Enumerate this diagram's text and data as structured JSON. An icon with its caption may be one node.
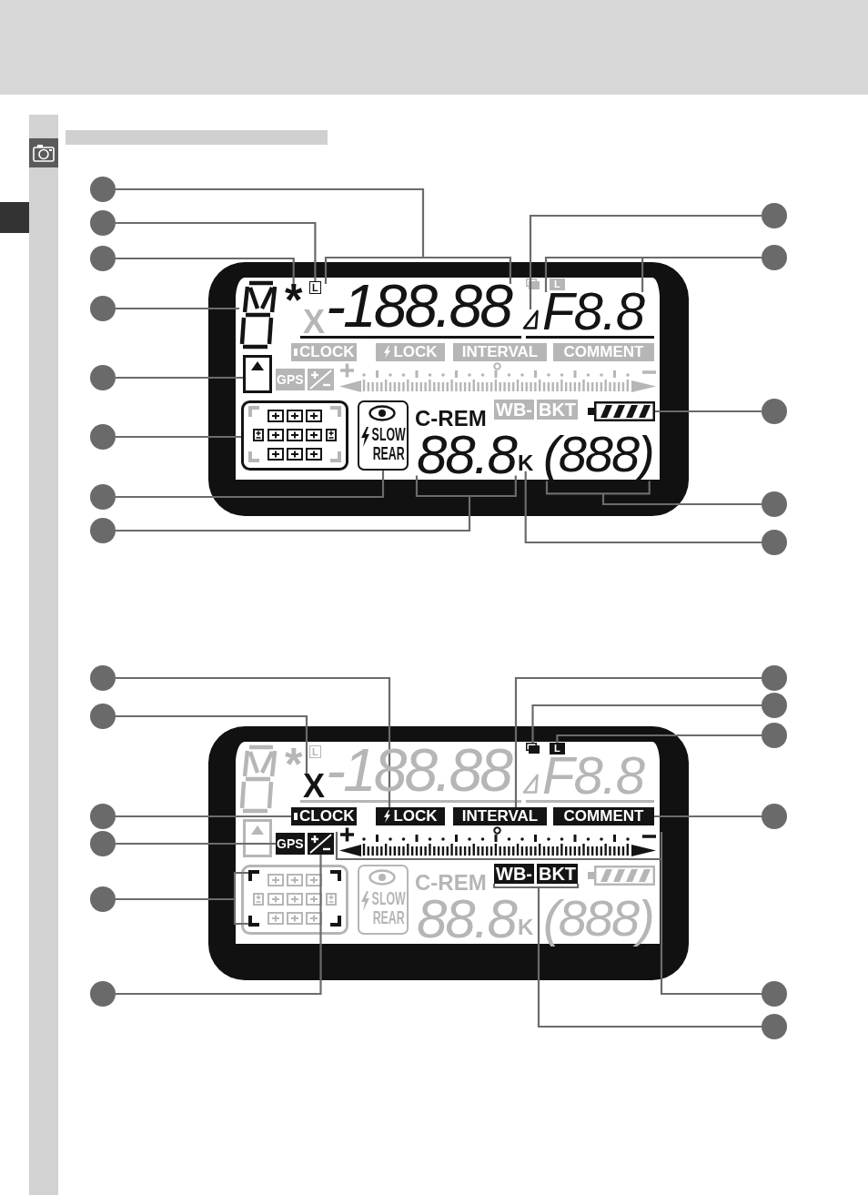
{
  "diagram": {
    "nodes": [
      {
        "text": [],
        "shape": "box"
      },
      {
        "text": [],
        "shape": "picture",
        "in": 0
      },
      {
        "text": [
          "*"
        ],
        "in": 0
      },
      {
        "text": [
          "L"
        ],
        "in": 0
      },
      {
        "text": [
          "-188.88"
        ],
        "in": 0
      },
      {
        "text": [
          "L"
        ],
        "in": 0
      },
      {
        "text": [],
        "shape": "triangle",
        "in": 0
      },
      {
        "text": [
          "F8.8"
        ],
        "in": 0
      },
      {
        "text": [
          "CLOCK"
        ],
        "in": 0
      },
      {
        "text": [
          "LOCK"
        ],
        "in": 0
      },
      {
        "text": [
          "INTERVAL"
        ],
        "in": 0
      },
      {
        "text": [
          "COMMENT"
        ],
        "in": 0
      },
      {
        "text": [],
        "shape": "picture",
        "in": 0
      },
      {
        "text": [
          "GPS"
        ],
        "in": 0
      },
      {
        "text": [],
        "shape": "picture",
        "in": 0
      },
      {
        "text": [
          "SLOW REAR"
        ],
        "in": 0
      },
      {
        "text": [
          "WB-",
          "BKT"
        ],
        "in": 0
      },
      {
        "text": [],
        "shape": "picture",
        "in": 0
      },
      {
        "text": [
          "88.8"
        ],
        "in": 0
      },
      {
        "text": [
          "K"
        ],
        "in": 0
      },
      {
        "text": [
          "(888)"
        ],
        "in": 0
      },
      {
        "text": [],
        "shape": "circle"
      },
      {
        "text": [],
        "shape": "circle"
      },
      {
        "text": [],
        "shape": "circle"
      },
      {
        "text": [],
        "shape": "circle"
      },
      {
        "text": [],
        "shape": "circle"
      },
      {
        "text": [],
        "shape": "circle"
      },
      {
        "text": [],
        "shape": "circle"
      },
      {
        "text": [],
        "shape": "circle"
      },
      {
        "text": [],
        "shape": "circle"
      },
      {
        "text": [],
        "shape": "circle"
      },
      {
        "text": [],
        "shape": "circle"
      },
      {
        "text": [],
        "shape": "circle"
      },
      {
        "text": [],
        "shape": "circle"
      },
      {
        "text": [],
        "shape": "box"
      },
      {
        "text": [
          "L"
        ],
        "in": 34
      },
      {
        "text": [
          "X"
        ],
        "in": 34
      },
      {
        "text": [],
        "shape": "box",
        "in": 34
      },
      {
        "text": [
          "L"
        ],
        "in": 34
      },
      {
        "text": [
          "CLOCK"
        ],
        "in": 34
      },
      {
        "text": [
          "LOCK"
        ],
        "in": 34
      },
      {
        "text": [
          "INTERVAL"
        ],
        "in": 34
      },
      {
        "text": [
          "COMMENT"
        ],
        "in": 34
      },
      {
        "text": [
          "GPS"
        ],
        "in": 34
      },
      {
        "text": [],
        "shape": "picture",
        "in": 34
      },
      {
        "text": [],
        "shape": "picture",
        "in": 34
      },
      {
        "text": [],
        "shape": "picture",
        "in": 34
      },
      {
        "text": [
          "SLOW REAR"
        ],
        "in": 34
      },
      {
        "text": [
          "WB-",
          "BKT"
        ],
        "in": 34
      },
      {
        "text": [],
        "shape": "circle"
      },
      {
        "text": [],
        "shape": "circle"
      },
      {
        "text": [],
        "shape": "circle"
      },
      {
        "text": [],
        "shape": "circle"
      },
      {
        "text": [],
        "shape": "circle"
      },
      {
        "text": [],
        "shape": "circle"
      },
      {
        "text": [],
        "shape": "circle"
      },
      {
        "text": [],
        "shape": "circle"
      },
      {
        "text": [],
        "shape": "circle"
      },
      {
        "text": [],
        "shape": "circle"
      },
      {
        "text": [],
        "shape": "circle"
      },
      {
        "text": [],
        "shape": "circle"
      },
      {
        "text": [],
        "shape": "bar"
      }
    ],
    "edges": [
      {
        "from": 21,
        "to": 4,
        "arrow": "none"
      },
      {
        "from": 22,
        "to": 3,
        "arrow": "none"
      },
      {
        "from": 23,
        "to": 2,
        "arrow": "none"
      },
      {
        "from": 24,
        "to": 1,
        "arrow": "none"
      },
      {
        "from": 25,
        "to": 12,
        "arrow": "none"
      },
      {
        "from": 26,
        "to": 14,
        "arrow": "none"
      },
      {
        "from": 27,
        "to": 15,
        "arrow": "none"
      },
      {
        "from": 28,
        "to": 18,
        "arrow": "none"
      },
      {
        "from": 29,
        "to": 6,
        "arrow": "none"
      },
      {
        "from": 30,
        "to": 7,
        "arrow": "none"
      },
      {
        "from": 31,
        "to": 17,
        "arrow": "none"
      },
      {
        "from": 32,
        "to": 20,
        "arrow": "none"
      },
      {
        "from": 33,
        "to": 19,
        "arrow": "none"
      },
      {
        "from": 49,
        "to": 40,
        "arrow": "none"
      },
      {
        "from": 50,
        "to": 36,
        "arrow": "none"
      },
      {
        "from": 51,
        "to": 39,
        "arrow": "none"
      },
      {
        "from": 52,
        "to": 43,
        "arrow": "none"
      },
      {
        "from": 53,
        "to": 46,
        "arrow": "none"
      },
      {
        "from": 54,
        "to": 44,
        "arrow": "none"
      },
      {
        "from": 55,
        "to": 41,
        "arrow": "none"
      },
      {
        "from": 56,
        "to": 37,
        "arrow": "none"
      },
      {
        "from": 57,
        "to": 38,
        "arrow": "none"
      },
      {
        "from": 58,
        "to": 42,
        "arrow": "none"
      },
      {
        "from": 59,
        "to": 45,
        "arrow": "none"
      },
      {
        "from": 60,
        "to": 48,
        "arrow": "none"
      }
    ],
    "labels": [
      "X",
      "C-REM",
      "*",
      "-188.88",
      "F8.8",
      "C-REM",
      "88.8",
      "K",
      "(888)"
    ]
  }
}
